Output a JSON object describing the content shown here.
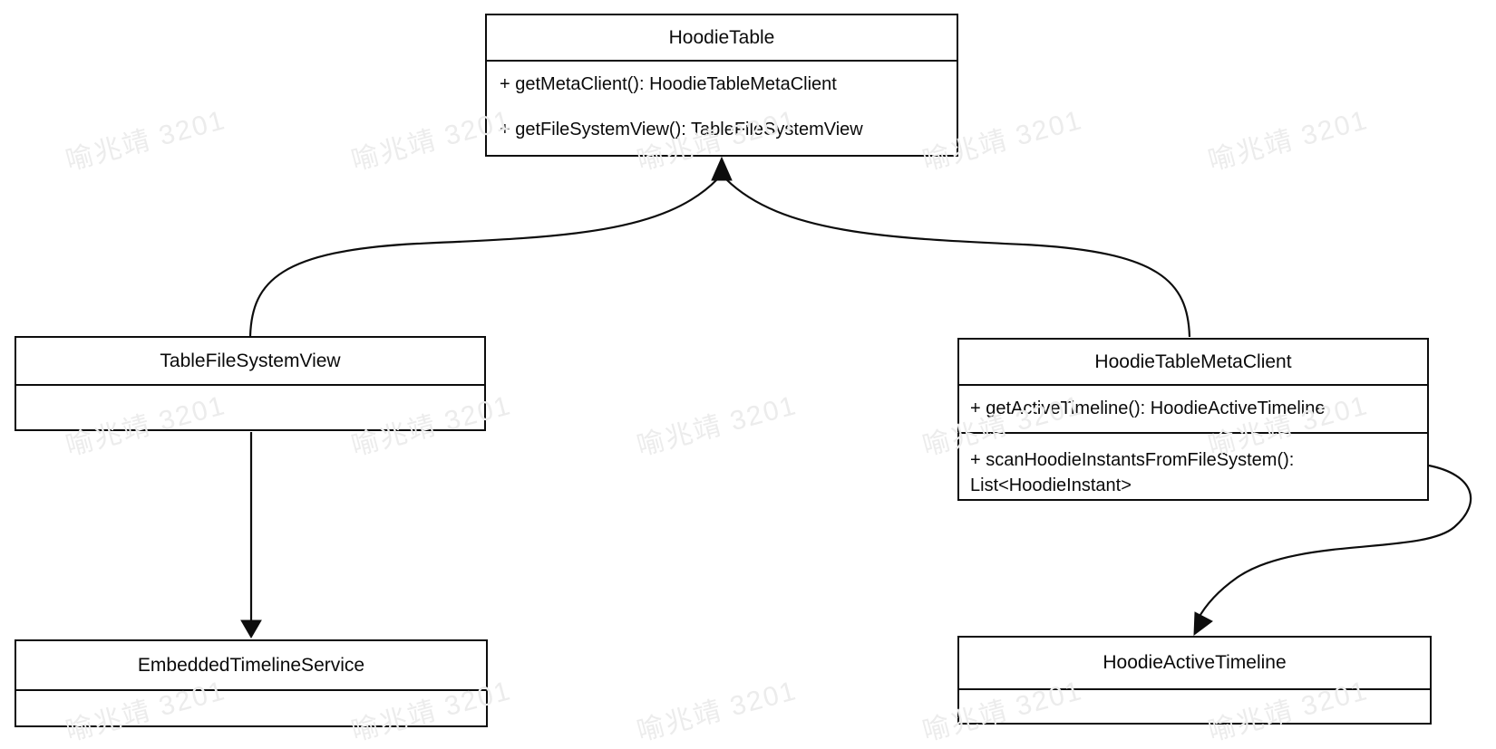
{
  "diagram": {
    "classes": {
      "hoodie_table": {
        "title": "HoodieTable",
        "methods": [
          "+ getMetaClient(): HoodieTableMetaClient",
          "+ getFileSystemView(): TableFileSystemView"
        ]
      },
      "table_file_system_view": {
        "title": "TableFileSystemView",
        "methods": []
      },
      "hoodie_table_meta_client": {
        "title": "HoodieTableMetaClient",
        "methods": [
          "+ getActiveTimeline(): HoodieActiveTimeline",
          "+ scanHoodieInstantsFromFileSystem(): List<HoodieInstant>"
        ]
      },
      "embedded_timeline_service": {
        "title": "EmbeddedTimelineService",
        "methods": []
      },
      "hoodie_active_timeline": {
        "title": "HoodieActiveTimeline",
        "methods": []
      }
    },
    "relations": [
      {
        "from": "TableFileSystemView",
        "to": "HoodieTable"
      },
      {
        "from": "HoodieTableMetaClient",
        "to": "HoodieTable"
      },
      {
        "from": "TableFileSystemView",
        "to": "EmbeddedTimelineService"
      },
      {
        "from": "HoodieTableMetaClient",
        "to": "HoodieActiveTimeline"
      }
    ],
    "watermark": {
      "text": "喻兆靖 3201",
      "color": "#ececec",
      "angle_deg": -15
    },
    "colors": {
      "line": "#0d0d0d",
      "text": "#0a0a0a",
      "background": "#ffffff"
    }
  }
}
